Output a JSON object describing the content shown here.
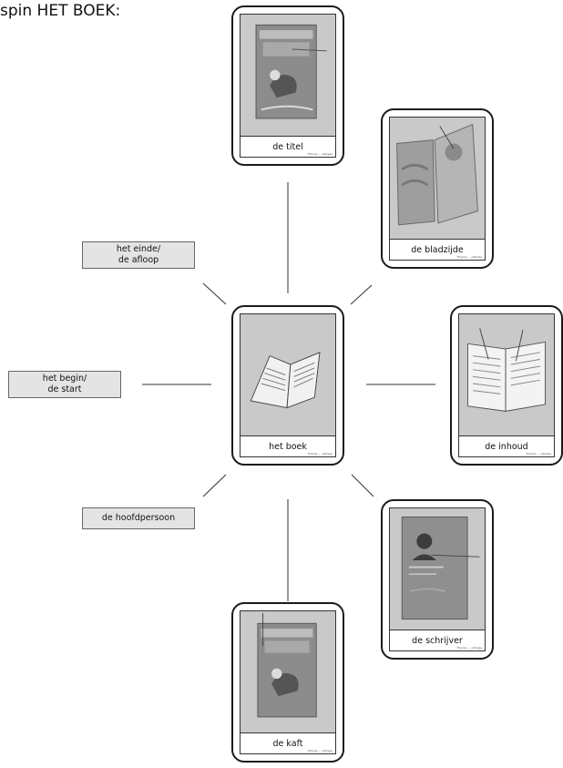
{
  "title": "spin HET BOEK:",
  "cards": {
    "titel": {
      "caption": "de titel",
      "credit": "Thieme ... uitkiese"
    },
    "bladzijde": {
      "caption": "de bladzijde",
      "credit": "Thieme ... uitkiese"
    },
    "boek": {
      "caption": "het boek",
      "credit": "Thieme ... uitkiese"
    },
    "inhoud": {
      "caption": "de inhoud",
      "credit": "Thieme ... uitkiese"
    },
    "schrijver": {
      "caption": "de schrijver",
      "credit": "Thieme ... uitkiese"
    },
    "kaft": {
      "caption": "de kaft",
      "credit": "Thieme ... uitkiese"
    }
  },
  "labels": {
    "einde_line1": "het einde/",
    "einde_line2": "de afloop",
    "begin_line1": "het begin/",
    "begin_line2": "de start",
    "hoofdpersoon": "de hoofdpersoon"
  }
}
